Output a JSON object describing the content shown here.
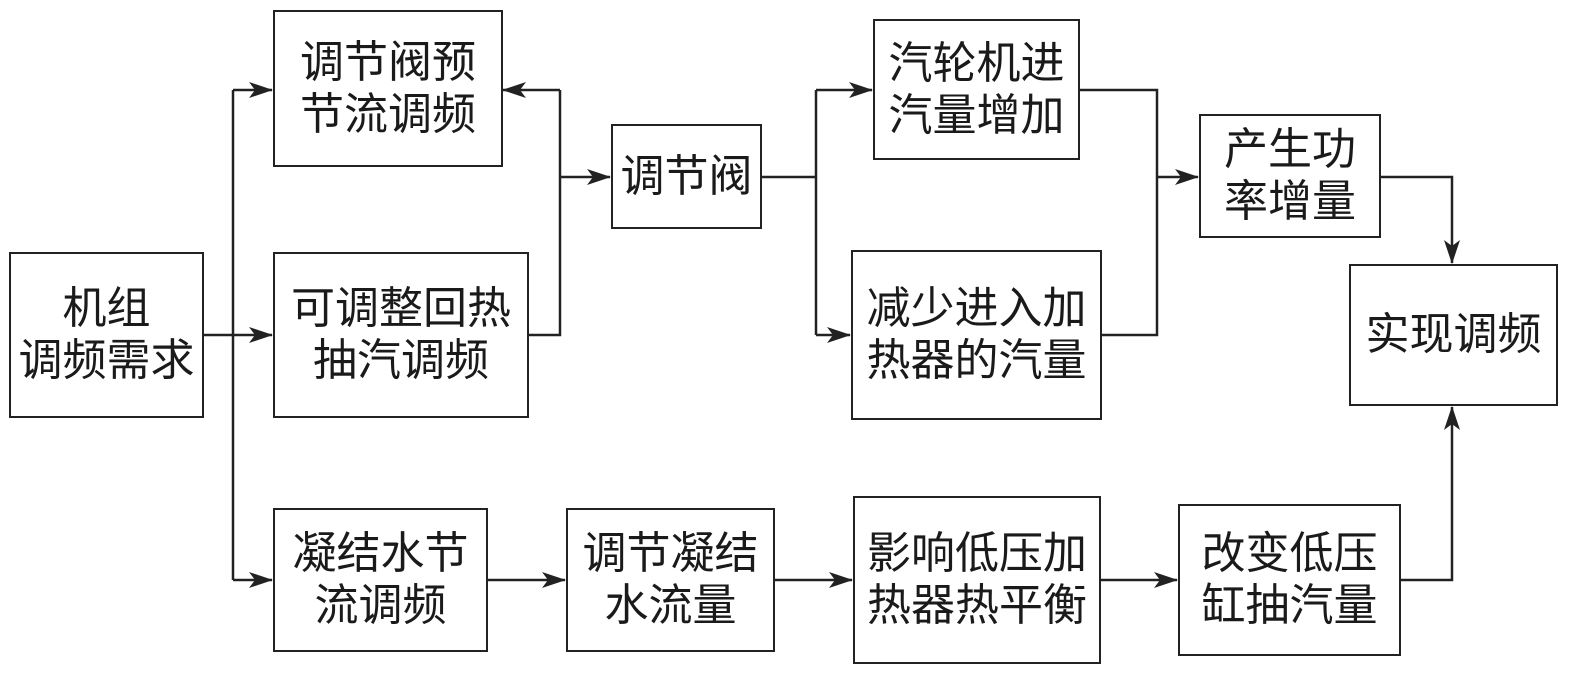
{
  "boxes": {
    "demand": [
      "机组",
      "调频需求"
    ],
    "valve_throttle": [
      "调节阀预",
      "节流调频"
    ],
    "extraction": [
      "可调整回热",
      "抽汽调频"
    ],
    "condensate": [
      "凝结水节",
      "流调频"
    ],
    "valve": [
      "调节阀"
    ],
    "turbine_steam": [
      "汽轮机进",
      "汽量增加"
    ],
    "reduce_heater": [
      "减少进入加",
      "热器的汽量"
    ],
    "power_increase": [
      "产生功",
      "率增量"
    ],
    "achieve": [
      "实现调频"
    ],
    "adjust_flow": [
      "调节凝结",
      "水流量"
    ],
    "lp_heater": [
      "影响低压加",
      "热器热平衡"
    ],
    "lp_cylinder": [
      "改变低压",
      "缸抽汽量"
    ]
  },
  "colors": {
    "line": "#222222",
    "text": "#1a1a1a",
    "background": "#ffffff"
  }
}
